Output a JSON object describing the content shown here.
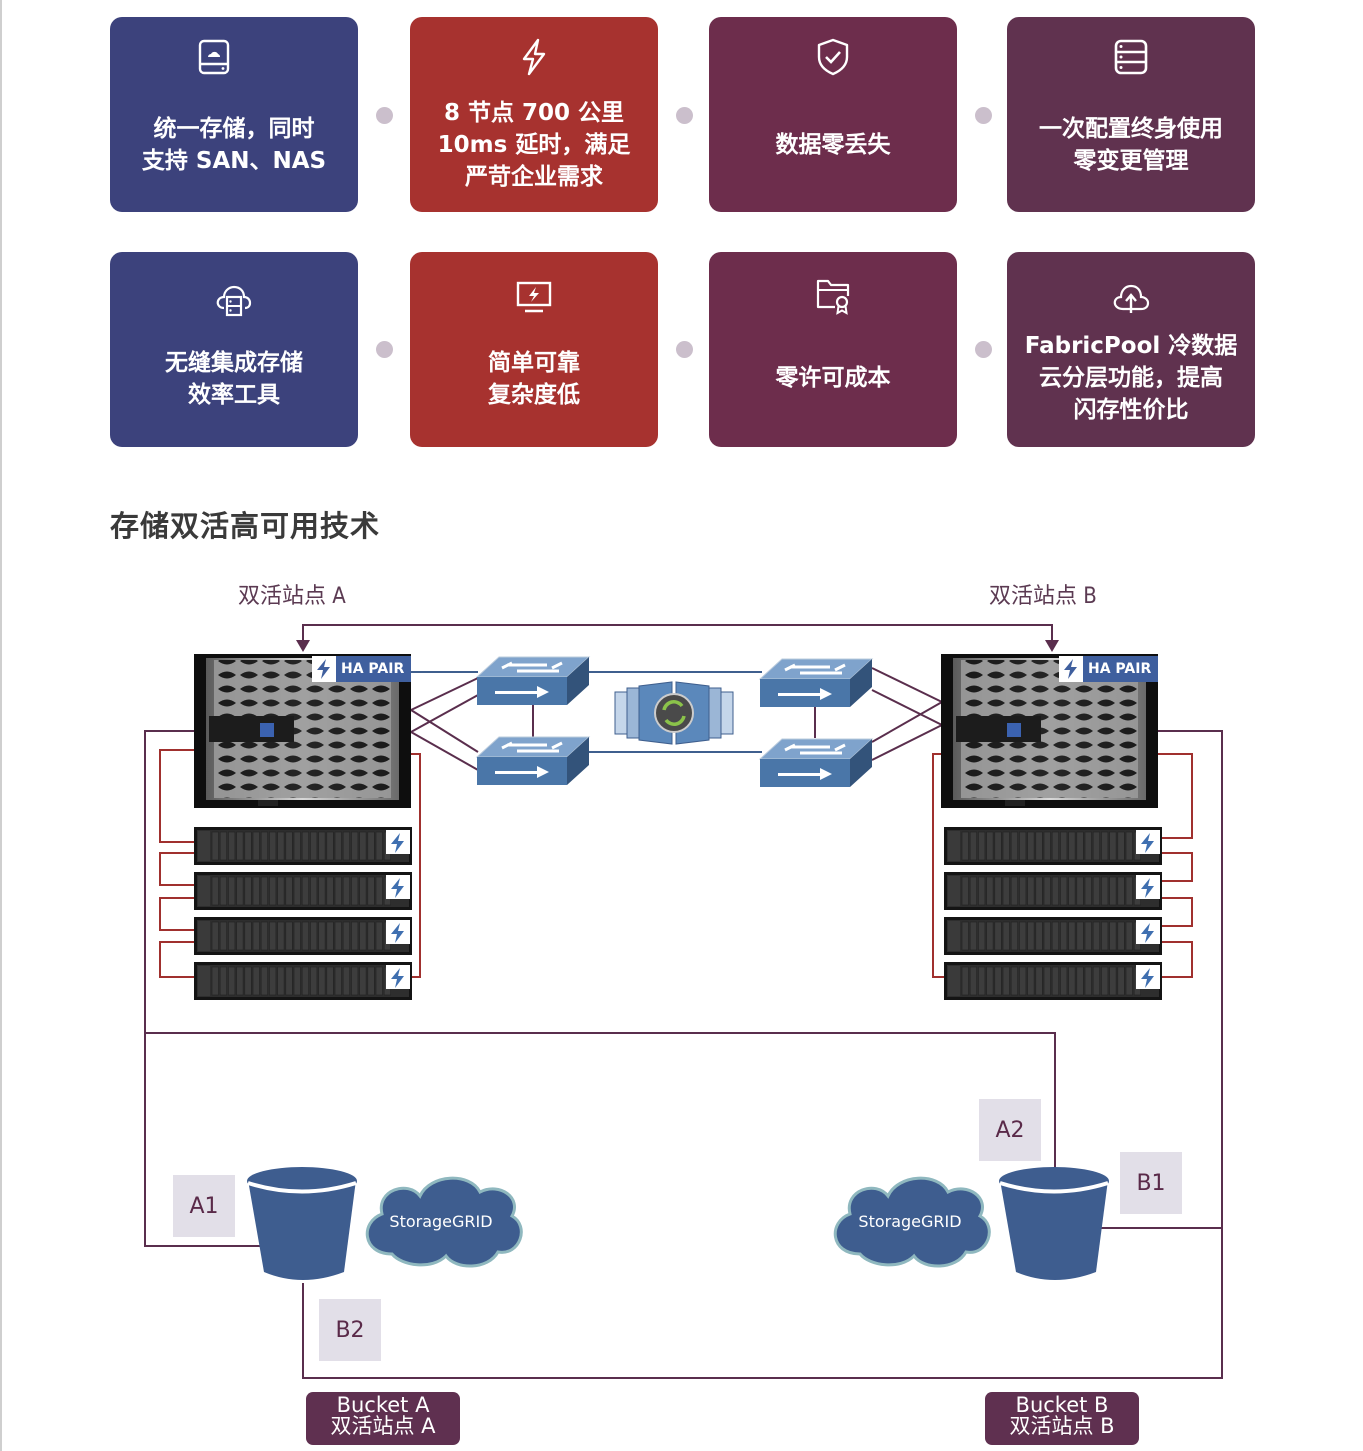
{
  "features": [
    {
      "icon": "hard-drive-cloud-icon",
      "text": "统一存储，同时\n支持 SAN、NAS",
      "color": "#3c427c"
    },
    {
      "icon": "lightning-icon",
      "text": "8 节点 700 公里\n10ms 延时，满足\n严苛企业需求",
      "color": "#a7322f"
    },
    {
      "icon": "shield-check-icon",
      "text": "数据零丢失",
      "color": "#6d2d4c"
    },
    {
      "icon": "server-stack-icon",
      "text": "一次配置终身使用\n零变更管理",
      "color": "#60324f"
    },
    {
      "icon": "cloud-server-icon",
      "text": "无缝集成存储\n效率工具",
      "color": "#3c427c"
    },
    {
      "icon": "monitor-lightning-icon",
      "text": "简单可靠\n复杂度低",
      "color": "#a7322f"
    },
    {
      "icon": "folder-certificate-icon",
      "text": "零许可成本",
      "color": "#6d2d4c"
    },
    {
      "icon": "cloud-upload-icon",
      "text": "FabricPool 冷数据\n云分层功能，提高\n闪存性价比",
      "color": "#60324f"
    }
  ],
  "section_title": "存储双活高可用技术",
  "diagram": {
    "site_a_label": "双活站点 A",
    "site_b_label": "双活站点 B",
    "controller_badge": "HA PAIR",
    "shelves_per_site": 4,
    "storagegrid_label": "StorageGRID",
    "tags": {
      "a1": "A1",
      "a2": "A2",
      "b1": "B1",
      "b2": "B2"
    },
    "bucket_a": {
      "line1": "Bucket A",
      "line2": "双活站点 A"
    },
    "bucket_b": {
      "line1": "Bucket B",
      "line2": "双活站点 B"
    },
    "colors": {
      "link": "#5a2e4d",
      "shelf_link": "#a0302e",
      "network": "#3f5f8e",
      "bucket": "#3e5d8f",
      "tag_bg": "#e2dfe8"
    }
  }
}
